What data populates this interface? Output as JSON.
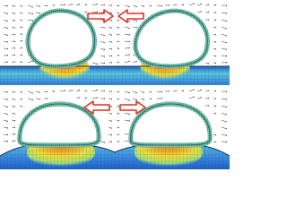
{
  "figure": {
    "panels": [
      {
        "id": "top",
        "arrow_direction": "inward",
        "lower_surface": "flat",
        "colors": {
          "background": "#ffffff",
          "wall_field": [
            "#c81414",
            "#e8501a",
            "#f0a020",
            "#e8e040",
            "#a8e070",
            "#58c8e0",
            "#2060c8"
          ],
          "cell_outline": "#1e4e73",
          "cell_fill": "#7fd1a8",
          "arrow": "#e03020"
        }
      },
      {
        "id": "bottom",
        "arrow_direction": "outward",
        "lower_surface": "curved",
        "colors": {
          "background": "#ffffff",
          "wall_field": [
            "#c81414",
            "#e8501a",
            "#f0a020",
            "#e8e040",
            "#a8e070",
            "#58c8e0",
            "#2060c8"
          ],
          "cell_outline": "#1e4e73",
          "cell_fill": "#7fd1a8",
          "arrow": "#e03020"
        }
      }
    ]
  }
}
